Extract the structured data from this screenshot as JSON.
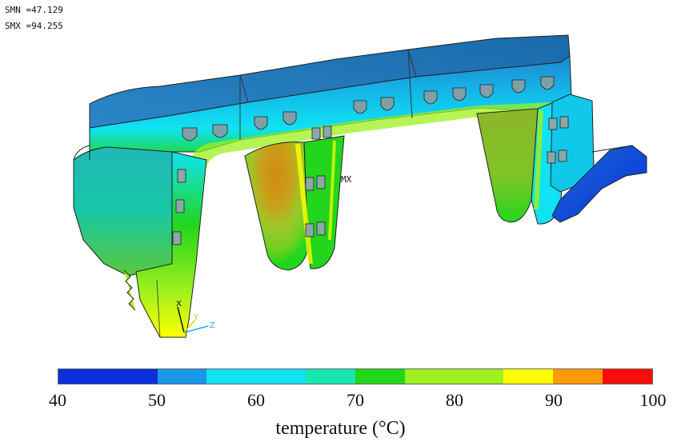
{
  "stats": {
    "smn": "SMN =47.129",
    "smx": "SMX =94.255"
  },
  "model": {
    "max_marker": "MX",
    "triad": {
      "x": "X",
      "y": "Y",
      "z": "Z"
    }
  },
  "colors": {
    "band_40_50": "#0a2fd8",
    "band_50_55": "#1a97e8",
    "band_55_65": "#10e2f2",
    "band_65_70": "#18e6b0",
    "band_70_75": "#22d61c",
    "band_75_85": "#9ef01e",
    "band_85_90": "#ffff00",
    "band_90_95": "#ff9a00",
    "band_95_100": "#ff0a0a"
  },
  "colorbar": {
    "segments": [
      "#0a2fd8",
      "#0a2fd8",
      "#1a97e8",
      "#10e2f2",
      "#10e2f2",
      "#18e6b0",
      "#22d61c",
      "#9ef01e",
      "#9ef01e",
      "#ffff00",
      "#ff9a00",
      "#ff0a0a"
    ],
    "ticks": [
      "40",
      "50",
      "60",
      "70",
      "80",
      "90",
      "100"
    ],
    "min": 40,
    "max": 100,
    "title": "temperature (°C)"
  }
}
